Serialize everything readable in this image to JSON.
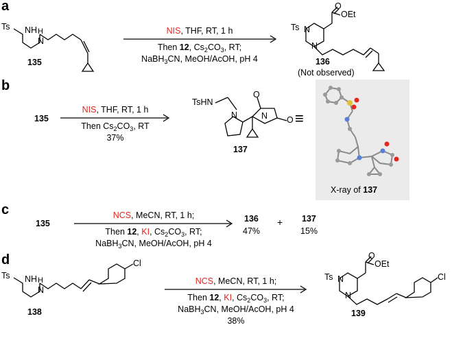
{
  "panels": {
    "a": {
      "label": "a",
      "start_compound": "135",
      "reagent_1": "NIS",
      "conditions_1_rest": ", THF, RT, 1 h",
      "conditions_2_pre": "Then ",
      "conditions_2_num": "12",
      "conditions_2_post": ", Cs",
      "conditions_2_tail": "CO",
      "conditions_2_end": ", RT;",
      "conditions_3_pre": "NaBH",
      "conditions_3_post": "CN, MeOH/AcOH, pH 4",
      "product_compound": "136",
      "product_note": "(Not observed)",
      "product_ester": "OEt",
      "atom_ts": "Ts",
      "atom_n": "N",
      "atom_h": "H",
      "atom_o": "O"
    },
    "b": {
      "label": "b",
      "start_compound": "135",
      "reagent_1": "NIS",
      "conditions_1_rest": ", THF, RT, 1 h",
      "conditions_2_pre": "Then Cs",
      "conditions_2_tail": "CO",
      "conditions_2_end": ", RT",
      "yield": "37%",
      "product_compound": "137",
      "product_tshn": "TsHN",
      "equiv_symbol": "≡",
      "xray_caption_pre": "X-ray of ",
      "xray_caption_num": "137"
    },
    "c": {
      "label": "c",
      "start_compound": "135",
      "reagent_1": "NCS",
      "conditions_1_rest": ", MeCN, RT, 1 h;",
      "conditions_2_pre": "Then ",
      "conditions_2_num": "12",
      "conditions_2_mid": ", ",
      "reagent_2": "KI",
      "conditions_2_post": ", Cs",
      "conditions_2_tail": "CO",
      "conditions_2_end": ", RT;",
      "conditions_3_pre": "NaBH",
      "conditions_3_post": "CN, MeOH/AcOH, pH 4",
      "product_1": "136",
      "product_1_yield": "47%",
      "plus": "+",
      "product_2": "137",
      "product_2_yield": "15%"
    },
    "d": {
      "label": "d",
      "start_compound": "138",
      "reagent_1": "NCS",
      "conditions_1_rest": ", MeCN, RT, 1 h;",
      "conditions_2_pre": "Then ",
      "conditions_2_num": "12",
      "conditions_2_mid": ", ",
      "reagent_2": "KI",
      "conditions_2_post": ", Cs",
      "conditions_2_tail": "CO",
      "conditions_2_end": ", RT;",
      "conditions_3_pre": "NaBH",
      "conditions_3_post": "CN, MeOH/AcOH, pH 4",
      "yield": "38%",
      "product_compound": "139",
      "atom_cl": "Cl"
    },
    "subscript_2": "2",
    "subscript_3": "3"
  },
  "colors": {
    "reagent_red": "#e4261f",
    "xray_bg": "#ebebeb"
  }
}
